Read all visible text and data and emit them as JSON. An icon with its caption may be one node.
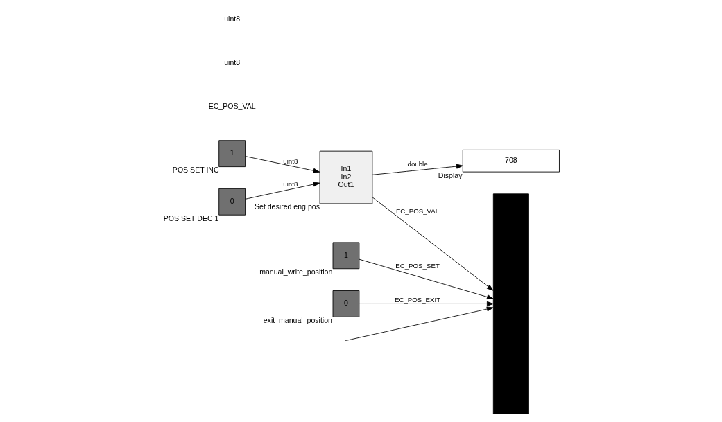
{
  "diagram": {
    "nodes": [
      {
        "text": [
          "1"
        ],
        "beside": [
          "POS SET INC"
        ]
      },
      {
        "text": [
          "0"
        ],
        "beside": [
          "POS SET DEC 1"
        ]
      },
      {
        "text": [
          "In1",
          "In2",
          "Out1"
        ],
        "beside": [
          "Set desired eng pos"
        ]
      },
      {
        "text": [
          "708"
        ],
        "beside": [
          "Display"
        ]
      },
      {
        "text": [],
        "shape": "bar"
      },
      {
        "text": [
          "1"
        ],
        "beside": [
          "manual_write_position"
        ]
      },
      {
        "text": [
          "0"
        ],
        "beside": [
          "exit_manual_position"
        ]
      }
    ],
    "edges": [
      {
        "from": null,
        "to": 4,
        "arrow": "to"
      },
      {
        "from": 0,
        "to": 2,
        "arrow": "to",
        "label": "uint8"
      },
      {
        "from": 1,
        "to": 2,
        "arrow": "to",
        "label": "uint8"
      },
      {
        "from": 2,
        "to": 3,
        "arrow": "to",
        "label": "double"
      },
      {
        "from": 2,
        "to": 4,
        "arrow": "to",
        "label": "EC_POS_VAL"
      },
      {
        "from": 5,
        "to": 4,
        "arrow": "to",
        "label": "EC_POS_SET"
      },
      {
        "from": 6,
        "to": 4,
        "arrow": "to",
        "label": "EC_POS_EXIT"
      }
    ],
    "labels": [
      "EC_POS_VAL",
      "uint8",
      "uint8"
    ]
  }
}
